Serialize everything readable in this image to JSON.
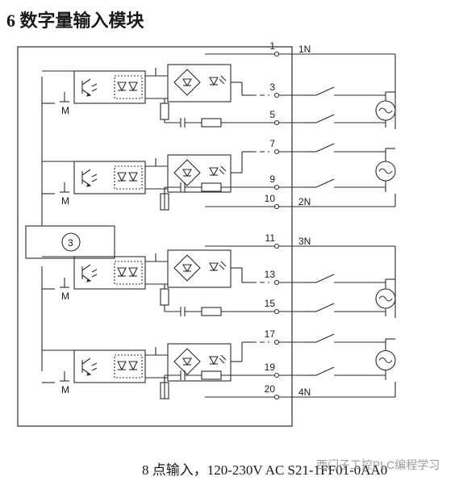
{
  "title": "6 数字量输入模块",
  "caption": "8  点输入，120-230V AC S21-1FF01-0AA0",
  "watermark": "西门子工控PLC编程学习",
  "module_marker": "3",
  "ground_label": "M",
  "terminals": [
    {
      "num": "1",
      "label": "1N"
    },
    {
      "num": "3",
      "label": ""
    },
    {
      "num": "5",
      "label": ""
    },
    {
      "num": "7",
      "label": ""
    },
    {
      "num": "9",
      "label": ""
    },
    {
      "num": "10",
      "label": "2N"
    },
    {
      "num": "11",
      "label": "3N"
    },
    {
      "num": "13",
      "label": ""
    },
    {
      "num": "15",
      "label": ""
    },
    {
      "num": "17",
      "label": ""
    },
    {
      "num": "19",
      "label": ""
    },
    {
      "num": "20",
      "label": "4N"
    }
  ]
}
